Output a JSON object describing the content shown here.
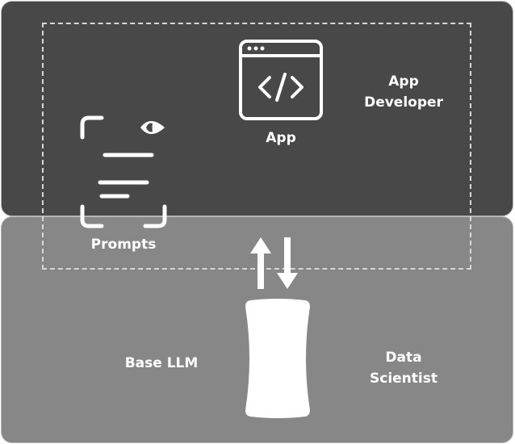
{
  "app": {
    "label": "App",
    "icon": "app-window-code-icon"
  },
  "prompts": {
    "label": "Prompts",
    "icon": "prompt-scan-icon"
  },
  "base_llm": {
    "label": "Base LLM",
    "icon": "llm-block"
  },
  "roles": {
    "app_developer": "App\nDeveloper",
    "data_scientist": "Data\nScientist"
  },
  "arrows": {
    "icon": "bidirectional-arrows-icon"
  },
  "colors": {
    "top_panel": "#484848",
    "bottom_panel": "#878787",
    "dashed_border": "#d6d6d6",
    "foreground": "#ffffff"
  }
}
